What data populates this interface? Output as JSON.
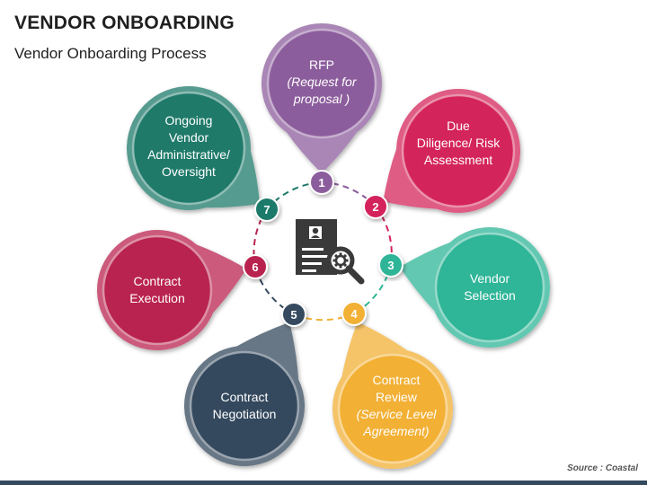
{
  "title": "VENDOR ONBOARDING",
  "subtitle": "Vendor Onboarding Process",
  "source": "Source : Coastal",
  "center_icon": "document-search-icon",
  "stages": [
    {
      "number": "1",
      "lines": [
        "RFP"
      ],
      "sub": [
        "(Request for",
        "proposal )"
      ],
      "color": "#8c5d9c"
    },
    {
      "number": "2",
      "lines": [
        "Due",
        "Diligence/ Risk",
        "Assessment"
      ],
      "sub": [],
      "color": "#d4245c"
    },
    {
      "number": "3",
      "lines": [
        "Vendor",
        "Selection"
      ],
      "sub": [],
      "color": "#2fb597"
    },
    {
      "number": "4",
      "lines": [
        "Contract",
        "Review"
      ],
      "sub": [
        "(Service Level",
        "Agreement)"
      ],
      "color": "#f2b035"
    },
    {
      "number": "5",
      "lines": [
        "Contract",
        "Negotiation"
      ],
      "sub": [],
      "color": "#34495e"
    },
    {
      "number": "6",
      "lines": [
        "Contract",
        "Execution"
      ],
      "sub": [],
      "color": "#b9234f"
    },
    {
      "number": "7",
      "lines": [
        "Ongoing",
        "Vendor",
        "Administrative/",
        "Oversight"
      ],
      "sub": [],
      "color": "#1f7a6a"
    }
  ]
}
